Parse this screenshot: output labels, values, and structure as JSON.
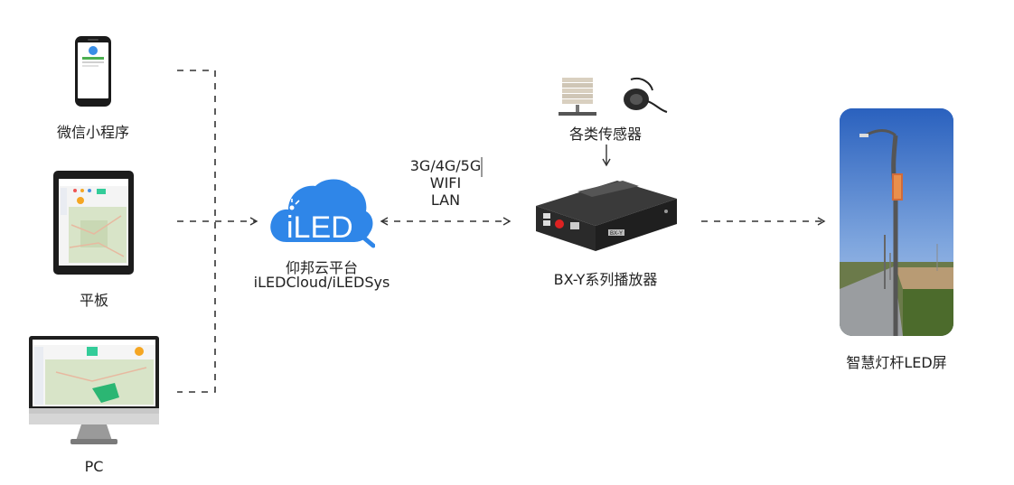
{
  "clients": {
    "wechat_label": "微信小程序",
    "tablet_label": "平板",
    "pc_label": "PC"
  },
  "platform": {
    "logo_text": "iLED",
    "name_cn": "仰邦云平台",
    "name_en": "iLEDCloud/iLEDSys"
  },
  "network": {
    "line1": "3G/4G/5G",
    "line2": "WIFI",
    "line3": "LAN"
  },
  "sensors": {
    "label": "各类传感器"
  },
  "player": {
    "label": "BX-Y系列播放器",
    "device_tag": "BX-Y"
  },
  "screen": {
    "label": "智慧灯杆LED屏"
  },
  "colors": {
    "cloud": "#2f86e8",
    "line": "#333333"
  }
}
